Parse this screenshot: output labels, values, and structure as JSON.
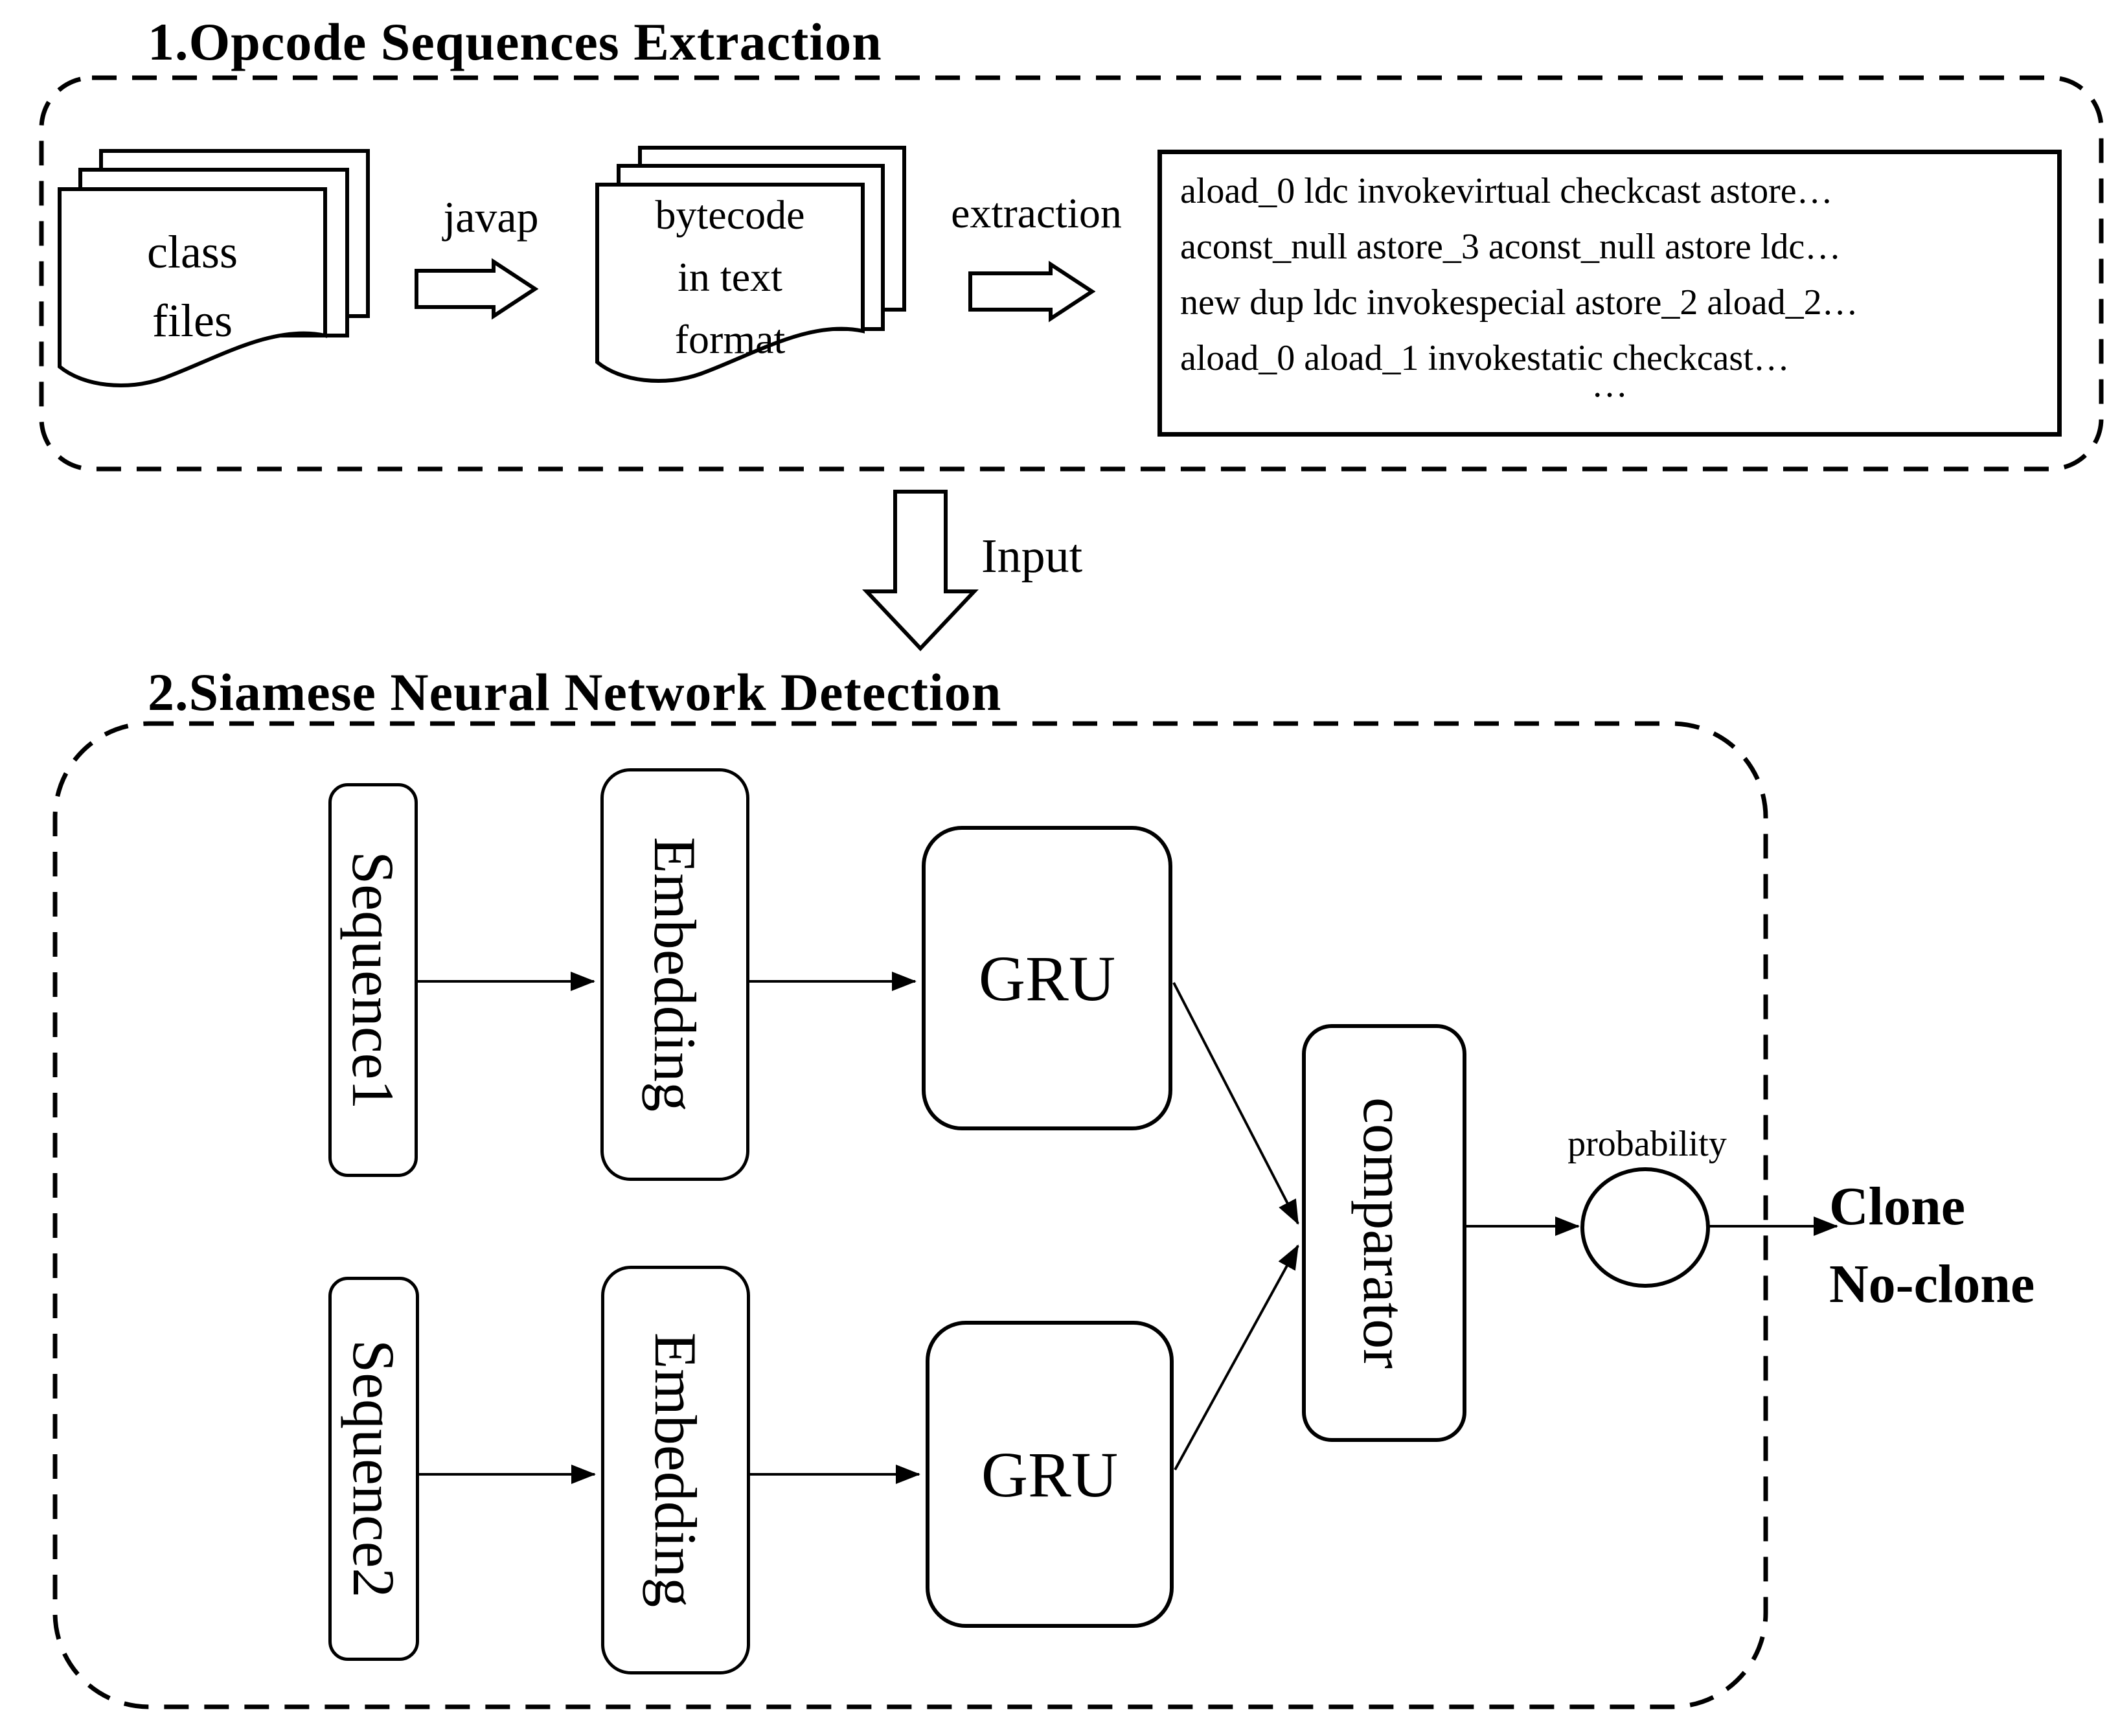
{
  "figure": {
    "section1": {
      "title": "1.Opcode Sequences Extraction",
      "class_stack": {
        "line1": "class",
        "line2": "files"
      },
      "javap_label": "javap",
      "bytecode_stack": {
        "line1": "bytecode",
        "line2": "in text",
        "line3": "format"
      },
      "extraction_label": "extraction",
      "opcode_box": {
        "lines": [
          "aload_0 ldc invokevirtual checkcast astore…",
          "aconst_null astore_3 aconst_null astore ldc…",
          "new dup ldc invokespecial astore_2 aload_2…",
          "aload_0 aload_1 invokestatic checkcast…"
        ],
        "ellipsis": "…"
      }
    },
    "input_label": "Input",
    "section2": {
      "title": "2.Siamese Neural Network Detection",
      "sequence1": "Sequence1",
      "sequence2": "Sequence2",
      "embedding_top": "Embedding",
      "embedding_bottom": "Embedding",
      "gru_top": "GRU",
      "gru_bottom": "GRU",
      "comparator": "comparator",
      "probability": "probability",
      "result_line1": "Clone",
      "result_line2": "No-clone"
    },
    "colors": {
      "ink": "#000000",
      "background": "#ffffff"
    }
  }
}
